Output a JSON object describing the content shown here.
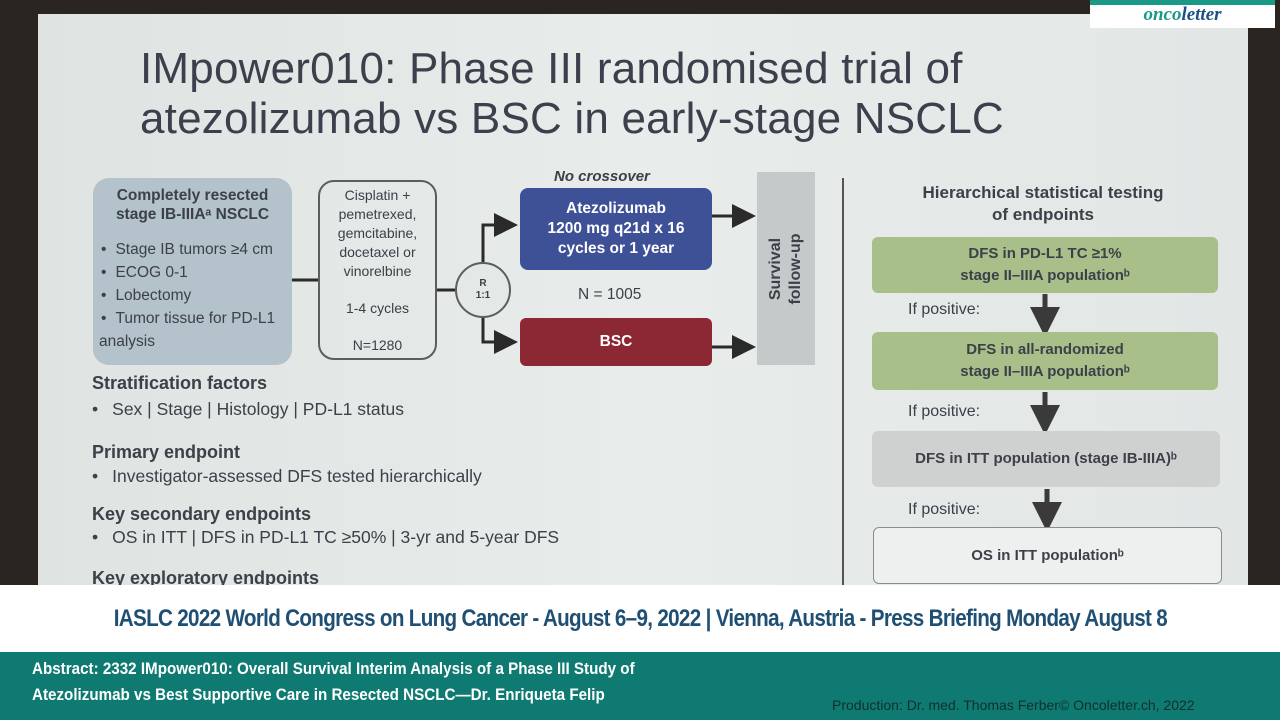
{
  "logo": {
    "part1": "onco",
    "part2": "letter",
    "color1": "#1a9a86",
    "color2": "#1f4f8a"
  },
  "slide": {
    "title_line1": "IMpower010: Phase III randomised trial of",
    "title_line2": "atezolizumab vs BSC in early-stage NSCLC",
    "eligibility": {
      "heading": "Completely resected stage IB-IIIAᵃ NSCLC",
      "items": [
        "Stage IB tumors ≥4 cm",
        "ECOG 0-1",
        "Lobectomy",
        "Tumor tissue for PD-L1 analysis"
      ]
    },
    "chemo": {
      "line1": "Cisplatin +",
      "line2": "pemetrexed,",
      "line3": "gemcitabine,",
      "line4": "docetaxel or",
      "line5": "vinorelbine",
      "cycles": "1-4 cycles",
      "n": "N=1280"
    },
    "randomization": {
      "r": "R",
      "ratio": "1:1"
    },
    "no_crossover": "No crossover",
    "atezo_arm": {
      "line1": "Atezolizumab",
      "line2": "1200 mg q21d x 16",
      "line3": "cycles or 1 year",
      "color": "#3e5096"
    },
    "n_randomized": "N = 1005",
    "bsc_arm": {
      "label": "BSC",
      "color": "#8c2833"
    },
    "survival": "Survival\nfollow-up",
    "stratification": {
      "heading": "Stratification factors",
      "item": "Sex | Stage | Histology | PD-L1 status"
    },
    "primary": {
      "heading": "Primary endpoint",
      "item": "Investigator-assessed DFS tested hierarchically"
    },
    "secondary": {
      "heading": "Key secondary endpoints",
      "item": "OS in ITT | DFS in PD-L1 TC ≥50% | 3-yr and 5-year DFS"
    },
    "exploratory": {
      "heading": "Key exploratory endpoints"
    },
    "hierarchy": {
      "title_line1": "Hierarchical statistical testing",
      "title_line2": "of endpoints",
      "step1_line1": "DFS in PD-L1 TC ≥1%",
      "step1_line2": "stage II–IIIA populationᵇ",
      "step2_line1": "DFS in all-randomized",
      "step2_line2": "stage II–IIIA populationᵇ",
      "step3": "DFS in ITT population (stage IB-IIIA)ᵇ",
      "step4": "OS in ITT populationᵇ",
      "if_positive": "If positive:"
    }
  },
  "banner": {
    "congress": "IASLC 2022 World Congress on Lung Cancer - August 6–9, 2022 | Vienna, Austria - Press Briefing Monday August 8",
    "abstract_line1": "Abstract: 2332 IMpower010: Overall Survival Interim Analysis of a Phase III Study of",
    "abstract_line2": "Atezolizumab vs Best Supportive Care in Resected NSCLC—Dr. Enriqueta Felip",
    "production": "Production: Dr. med. Thomas Ferber© Oncoletter.ch, 2022",
    "teal": "#0e7a72"
  }
}
